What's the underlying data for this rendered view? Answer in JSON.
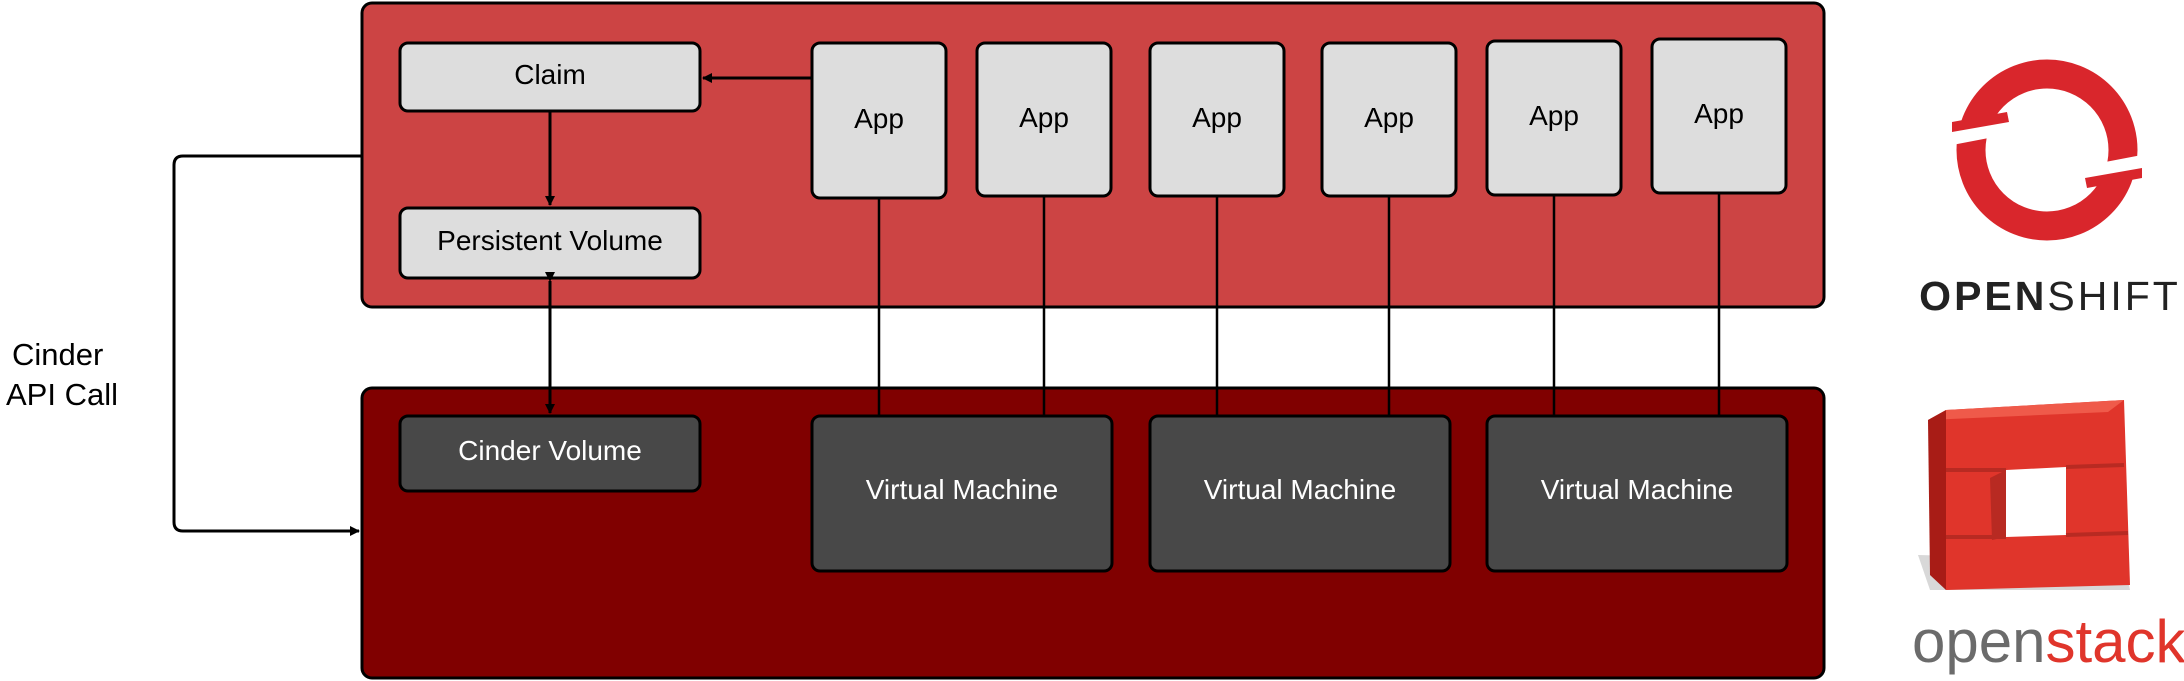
{
  "side_label": {
    "line1": "Cinder",
    "line2": "API Call"
  },
  "openshift_layer": {
    "claim": "Claim",
    "persistent_volume": "Persistent Volume",
    "apps": [
      "App",
      "App",
      "App",
      "App",
      "App",
      "App"
    ]
  },
  "openstack_layer": {
    "cinder_volume": "Cinder Volume",
    "virtual_machines": [
      "Virtual Machine",
      "Virtual Machine",
      "Virtual Machine"
    ]
  },
  "logos": {
    "openshift": {
      "part1": "OPEN",
      "part2": "SHIFT"
    },
    "openstack": {
      "part1": "open",
      "part2": "stack",
      "tm": "™"
    }
  },
  "colors": {
    "openshift_layer": "#cc4444",
    "openstack_layer": "#800000",
    "light_box": "#dddddd",
    "dark_box": "#484848",
    "openshift_red": "#d9262c",
    "openstack_red": "#e0352b",
    "openstack_gray": "#6b6b6b"
  }
}
